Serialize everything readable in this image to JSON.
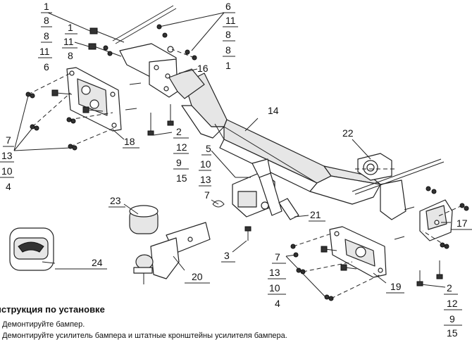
{
  "callouts": {
    "top_col1": [
      "1",
      "8",
      "8",
      "11",
      "6"
    ],
    "top_col2": [
      "1",
      "11",
      "8"
    ],
    "top_right": [
      "6",
      "11",
      "8",
      "8",
      "1"
    ],
    "n16": "16",
    "n14": "14",
    "n22": "22",
    "n18": "18",
    "left_group": [
      "7",
      "13",
      "10",
      "4"
    ],
    "mid_group": [
      "2",
      "12",
      "9",
      "15"
    ],
    "n5_group": [
      "5",
      "10",
      "13",
      "7"
    ],
    "n23": "23",
    "n24": "24",
    "n20": "20",
    "n21": "21",
    "n3": "3",
    "n17": "17",
    "n19": "19",
    "right_group": [
      "7",
      "13",
      "10",
      "4"
    ],
    "far_right": [
      "2",
      "12",
      "9",
      "15"
    ]
  },
  "instructions": {
    "title": "нструкция по установке",
    "steps": [
      ". Демонтируйте бампер.",
      ". Демонтируйте усилитель бампера и штатные кронштейны усилителя бампера."
    ]
  },
  "colors": {
    "ink": "#222222",
    "shade": "#e6e6e6"
  }
}
